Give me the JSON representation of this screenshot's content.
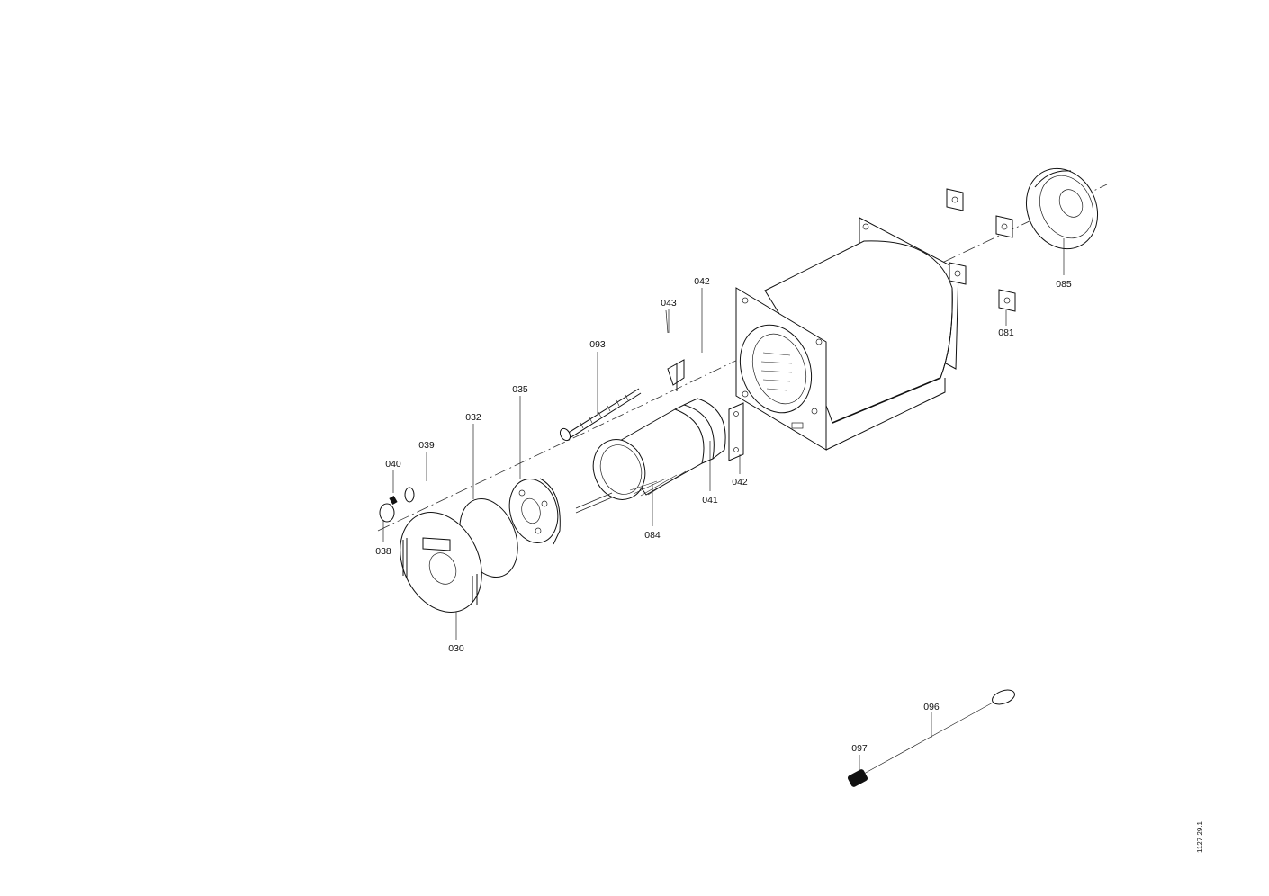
{
  "diagram": {
    "parts": [
      {
        "id": "030",
        "label": "030"
      },
      {
        "id": "032",
        "label": "032"
      },
      {
        "id": "035",
        "label": "035"
      },
      {
        "id": "038",
        "label": "038"
      },
      {
        "id": "039",
        "label": "039"
      },
      {
        "id": "040",
        "label": "040"
      },
      {
        "id": "041",
        "label": "041"
      },
      {
        "id": "042a",
        "label": "042"
      },
      {
        "id": "042b",
        "label": "042"
      },
      {
        "id": "043",
        "label": "043"
      },
      {
        "id": "081",
        "label": "081"
      },
      {
        "id": "084",
        "label": "084"
      },
      {
        "id": "085",
        "label": "085"
      },
      {
        "id": "093",
        "label": "093"
      },
      {
        "id": "096",
        "label": "096"
      },
      {
        "id": "097",
        "label": "097"
      }
    ],
    "drawing_code": "1127 29.1"
  }
}
